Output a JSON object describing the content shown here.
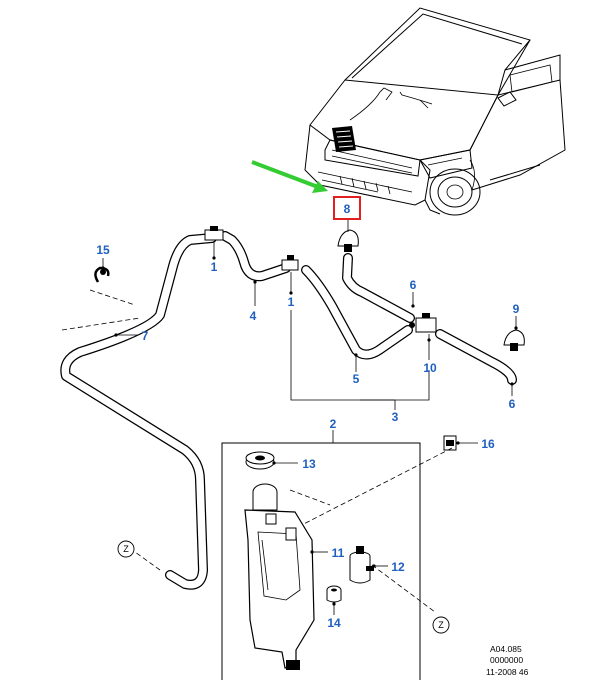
{
  "callouts": {
    "c1a": "1",
    "c1b": "1",
    "c2": "2",
    "c3": "3",
    "c4": "4",
    "c5": "5",
    "c6a": "6",
    "c6b": "6",
    "c7": "7",
    "c8": "8",
    "c9": "9",
    "c10": "10",
    "c11": "11",
    "c12": "12",
    "c13": "13",
    "c14": "14",
    "c15": "15",
    "c16": "16"
  },
  "markers": {
    "z_left": "Z",
    "z_right": "Z"
  },
  "reference": {
    "line1": "A04.085",
    "line2": "0000000",
    "line3": "11-2008 46"
  },
  "colors": {
    "callout_text": "#1f5fc0",
    "highlight_box": "#e02020",
    "pointer_arrow": "#33cc33"
  }
}
